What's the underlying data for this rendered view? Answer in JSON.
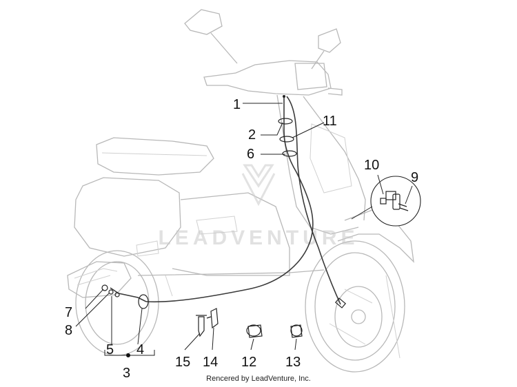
{
  "diagram": {
    "callouts": [
      {
        "id": "1",
        "label": "1"
      },
      {
        "id": "2",
        "label": "2"
      },
      {
        "id": "3",
        "label": "3"
      },
      {
        "id": "4",
        "label": "4"
      },
      {
        "id": "5",
        "label": "5"
      },
      {
        "id": "6",
        "label": "6"
      },
      {
        "id": "7",
        "label": "7"
      },
      {
        "id": "8",
        "label": "8"
      },
      {
        "id": "9",
        "label": "9"
      },
      {
        "id": "10",
        "label": "10"
      },
      {
        "id": "11",
        "label": "11"
      },
      {
        "id": "12",
        "label": "12"
      },
      {
        "id": "13",
        "label": "13"
      },
      {
        "id": "14",
        "label": "14"
      },
      {
        "id": "15",
        "label": "15"
      }
    ],
    "watermark": "LEADVENTURE",
    "footer": "Rencered by LeadVenture, Inc."
  }
}
